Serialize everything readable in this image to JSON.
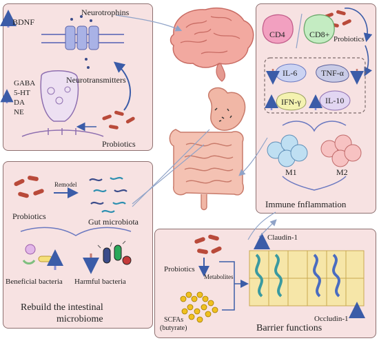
{
  "colors": {
    "panel_fill": "#f7e2e2",
    "panel_border": "#8d6f6f",
    "arrow_blue": "#3b5ca8",
    "up_arrow": "#8a8fd6",
    "down_arrow": "#c47a70",
    "bacteria": "#b94a3a",
    "intestine": "#f1b7a6",
    "brain": "#f2a9a0"
  },
  "icons": [
    "brain-icon",
    "intestine-icon",
    "neuron-synapse-icon",
    "receptor-channel-icon",
    "immune-cell-icon",
    "bacteria-icon",
    "butyrate-chain-icon",
    "epithelium-icon"
  ],
  "top_left": {
    "bdnf": "BDNF",
    "neurotrophins": "Neurotrophins",
    "neurotransmitters": "Neurotransmitters",
    "transmitters": [
      "GABA",
      "5-HT",
      "DA",
      "NE"
    ],
    "probiotics": "Probiotics"
  },
  "top_right": {
    "cd4": "CD4",
    "cd8": "CD8+",
    "probiotics": "Probiotics",
    "il6": "IL-6",
    "tnf": "TNF-α",
    "ifn": "IFN-γ",
    "il10": "IL-10",
    "m1": "M1",
    "m2": "M2",
    "title": "Immune fnflammation"
  },
  "mid_left": {
    "remodel": "Remodel",
    "probiotics": "Probiotics",
    "gut_microbiota": "Gut microbiota",
    "beneficial": "Beneficial bacteria",
    "harmful": "Harmful bacteria",
    "title_line1": "Rebuild the intestinal",
    "title_line2": "microbiome"
  },
  "bottom_right": {
    "probiotics": "Probiotics",
    "metabolites": "Metabolites",
    "scfas_line1": "SCFAs",
    "scfas_line2": "(butyrate)",
    "claudin": "Claudin-1",
    "occludin": "Occludin-1",
    "title": "Barrier functions"
  }
}
